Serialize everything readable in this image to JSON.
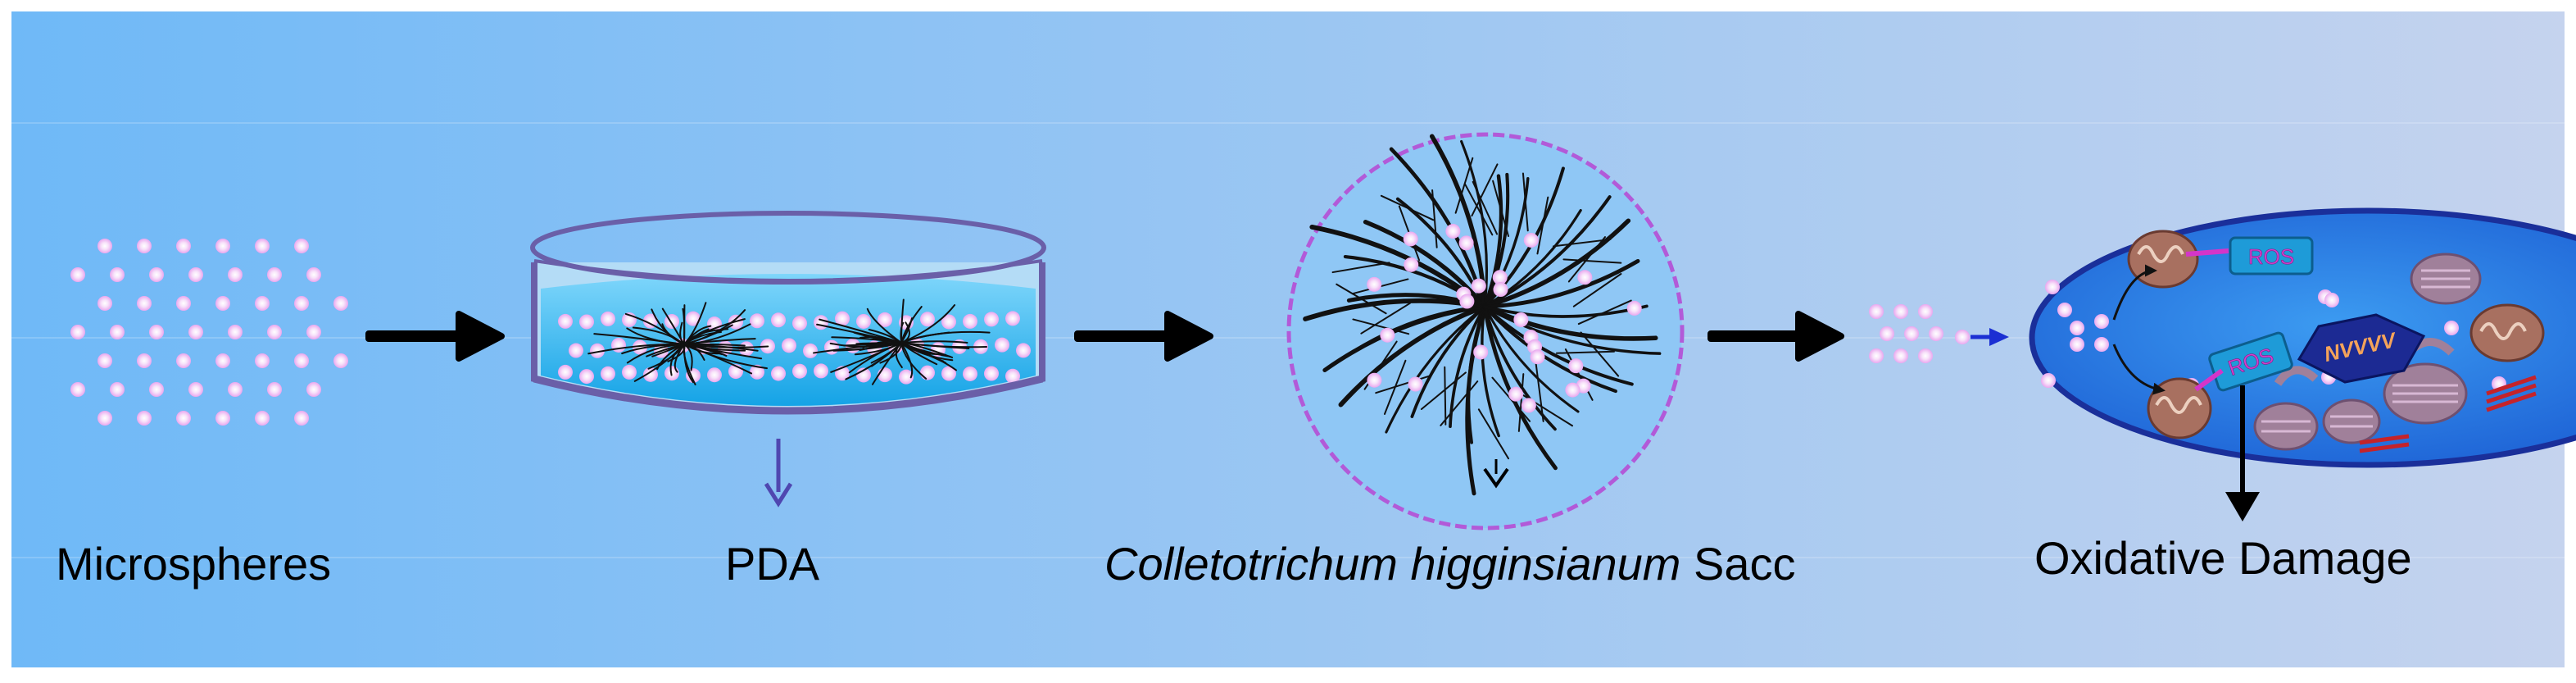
{
  "captions": {
    "microspheres": "Microspheres",
    "pda": "PDA",
    "species_italic": "Colletotrichum higginsianum",
    "species_suffix": " Sacc",
    "oxidative_damage": "Oxidative Damage"
  },
  "ros_labels": [
    "ROS",
    "ROS"
  ],
  "cell_label": "NVVVV",
  "colors": {
    "background_left": "#6fb9f7",
    "background_right": "#c5d3ee",
    "microsphere": "#f3c8f5",
    "microsphere_core": "#ffffff",
    "arrow": "#000000",
    "dish_rim": "#6a5fa8",
    "dish_medium": "#1fb0ef",
    "hyphae": "#111111",
    "circle_border": "#b25ad8",
    "cell_fill": "#2f7ee6",
    "cell_border": "#1a2f9a",
    "ros_box": "#1e9bd8",
    "ros_text": "#d43fd0",
    "mitochondria": "#a87060"
  }
}
